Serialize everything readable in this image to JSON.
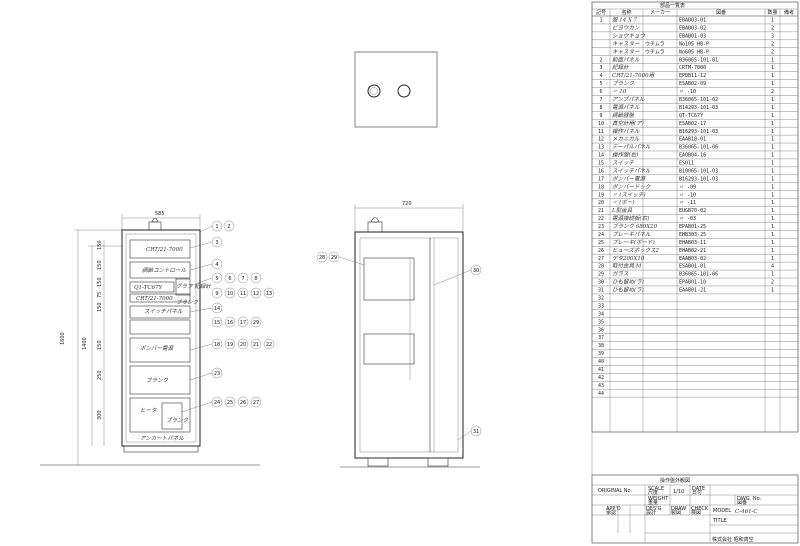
{
  "front_view": {
    "width_label": "585",
    "height_labels": [
      "1600",
      "1400"
    ],
    "panel_labels": [
      "CRT/21-7000",
      "調節コントロール",
      "Q1-TC67Y",
      "CRT/21-7000",
      "スイッチパネル",
      "ボンバー電源",
      "ブランク",
      "ブランク",
      "ヒータ",
      "アンカートパネル"
    ],
    "side_labels": [
      "グラフ 記録計",
      "ブランク"
    ],
    "balloons": [
      "1",
      "2",
      "3",
      "4",
      "5",
      "6",
      "7",
      "8",
      "9",
      "10",
      "11",
      "12",
      "13",
      "14",
      "15",
      "16",
      "17",
      "29",
      "18",
      "19",
      "20",
      "21",
      "22",
      "23",
      "24",
      "25",
      "26",
      "27"
    ],
    "left_dims": [
      "150",
      "150",
      "150",
      "75",
      "150",
      "150",
      "250",
      "300"
    ]
  },
  "side_view": {
    "width_label": "720",
    "balloons": [
      "28",
      "29",
      "30",
      "31"
    ]
  },
  "parts_table": {
    "title": "部品一覧表",
    "headers": [
      "記号",
      "名称",
      "メーカー",
      "図番",
      "数量",
      "備考"
    ],
    "rows": [
      [
        "1",
        "盤 14 X 7",
        "",
        "EBAB03-01",
        "1",
        ""
      ],
      [
        "",
        "ビヨウカン",
        "",
        "EBAB03-02",
        "2",
        ""
      ],
      [
        "",
        "ショウキョウ",
        "",
        "EBAB01-03",
        "3",
        ""
      ],
      [
        "",
        "キャスター",
        "ウチムラ",
        "No105 HB-P",
        "2",
        ""
      ],
      [
        "",
        "キャスター",
        "ウチムラ",
        "No605 HB-P",
        "2",
        ""
      ],
      [
        "2",
        "前面パネル",
        "",
        "B36065-101-01",
        "1",
        ""
      ],
      [
        "3",
        "記録計",
        "",
        "CRTM-7000",
        "1",
        ""
      ],
      [
        "4",
        "CRT/21-7000用",
        "",
        "EPDB11-12",
        "1",
        ""
      ],
      [
        "5",
        "ブランク",
        "",
        "ESAB02-09",
        "1",
        ""
      ],
      [
        "6",
        "〃 10",
        "",
        "〃 -10",
        "2",
        ""
      ],
      [
        "7",
        "アンプパネル",
        "",
        "B36065-101-02",
        "1",
        ""
      ],
      [
        "8",
        "電源パネル",
        "",
        "B14293-101-03",
        "1",
        ""
      ],
      [
        "9",
        "調節器盤",
        "",
        "QT-TC67Y",
        "1",
        ""
      ],
      [
        "10",
        "真空計用(ア)",
        "",
        "ESAB02-17",
        "1",
        ""
      ],
      [
        "11",
        "操作パネル",
        "",
        "B16293-101-03",
        "1",
        ""
      ],
      [
        "12",
        "メカニカル",
        "",
        "EAAB18-01",
        "1",
        ""
      ],
      [
        "13",
        "テーパルパネル",
        "",
        "B36065-101-06",
        "1",
        ""
      ],
      [
        "14",
        "操作盤(右)",
        "",
        "EAOB04-16",
        "1",
        ""
      ],
      [
        "15",
        "スイッチ",
        "",
        "ES011",
        "1",
        ""
      ],
      [
        "16",
        "スイッチパネル",
        "",
        "B10065-101-03",
        "1",
        ""
      ],
      [
        "17",
        "ボンバー電源",
        "",
        "B16293-101-03",
        "1",
        ""
      ],
      [
        "18",
        "ボンバードック",
        "",
        "〃 -09",
        "1",
        ""
      ],
      [
        "19",
        "〃 (スイッチ)",
        "",
        "〃 -10",
        "1",
        ""
      ],
      [
        "20",
        "〃 (ボー)",
        "",
        "〃 -11",
        "1",
        ""
      ],
      [
        "21",
        "L型金具",
        "",
        "EUGB70-02",
        "1",
        ""
      ],
      [
        "22",
        "電源接続板(右)",
        "",
        "〃 -03",
        "1",
        ""
      ],
      [
        "23",
        "ブランク 680X20",
        "",
        "EPAB01-25",
        "1",
        ""
      ],
      [
        "24",
        "プレーキパネル",
        "",
        "EHB303-25",
        "1",
        ""
      ],
      [
        "25",
        "プレーキ(ボード)",
        "",
        "EHAB03-11",
        "1",
        ""
      ],
      [
        "26",
        "ヒューズボックス2",
        "",
        "EHAB02-21",
        "1",
        ""
      ],
      [
        "27",
        "ゲタ200X10",
        "",
        "EAAB03-02",
        "1",
        ""
      ],
      [
        "28",
        "取付金具 M",
        "",
        "ESAB01-01",
        "4",
        ""
      ],
      [
        "29",
        "ガラス",
        "",
        "B36065-101-06",
        "1",
        ""
      ],
      [
        "30",
        "ひも留め(ラ)",
        "",
        "EPAB01-10",
        "2",
        ""
      ],
      [
        "31",
        "ひも留め(ラ)",
        "",
        "EAAB01-21",
        "1",
        ""
      ],
      [
        "32",
        "",
        "",
        "",
        "",
        ""
      ],
      [
        "33",
        "",
        "",
        "",
        "",
        ""
      ],
      [
        "34",
        "",
        "",
        "",
        "",
        ""
      ],
      [
        "35",
        "",
        "",
        "",
        "",
        ""
      ],
      [
        "36",
        "",
        "",
        "",
        "",
        ""
      ],
      [
        "37",
        "",
        "",
        "",
        "",
        ""
      ],
      [
        "38",
        "",
        "",
        "",
        "",
        ""
      ],
      [
        "39",
        "",
        "",
        "",
        "",
        ""
      ],
      [
        "40",
        "",
        "",
        "",
        "",
        ""
      ],
      [
        "41",
        "",
        "",
        "",
        "",
        ""
      ],
      [
        "42",
        "",
        "",
        "",
        "",
        ""
      ],
      [
        "43",
        "",
        "",
        "",
        "",
        ""
      ],
      [
        "44",
        "",
        "",
        "",
        "",
        ""
      ]
    ]
  },
  "title_block": {
    "title": "操作盤外観図",
    "original_no_label": "ORIGINAL No.",
    "scale_label": "SCALE",
    "scale_sub": "尺度",
    "scale_value": "1/10",
    "date_label": "DATE",
    "date_sub": "日付",
    "weight_label": "WEIGHT",
    "weight_sub": "重量",
    "dwg_label": "DWG. No.",
    "dwg_sub": "図番",
    "approved_label": "APP'D",
    "approved_sub": "承認",
    "design_label": "DES'G",
    "design_sub": "設計",
    "drawn_label": "DRAW",
    "drawn_sub": "製図",
    "check_label": "CHECK",
    "check_sub": "検図",
    "model_label": "MODEL",
    "model_value": "C-461-C",
    "title_label": "TITLE",
    "company": "株式会社 昭和真空"
  }
}
